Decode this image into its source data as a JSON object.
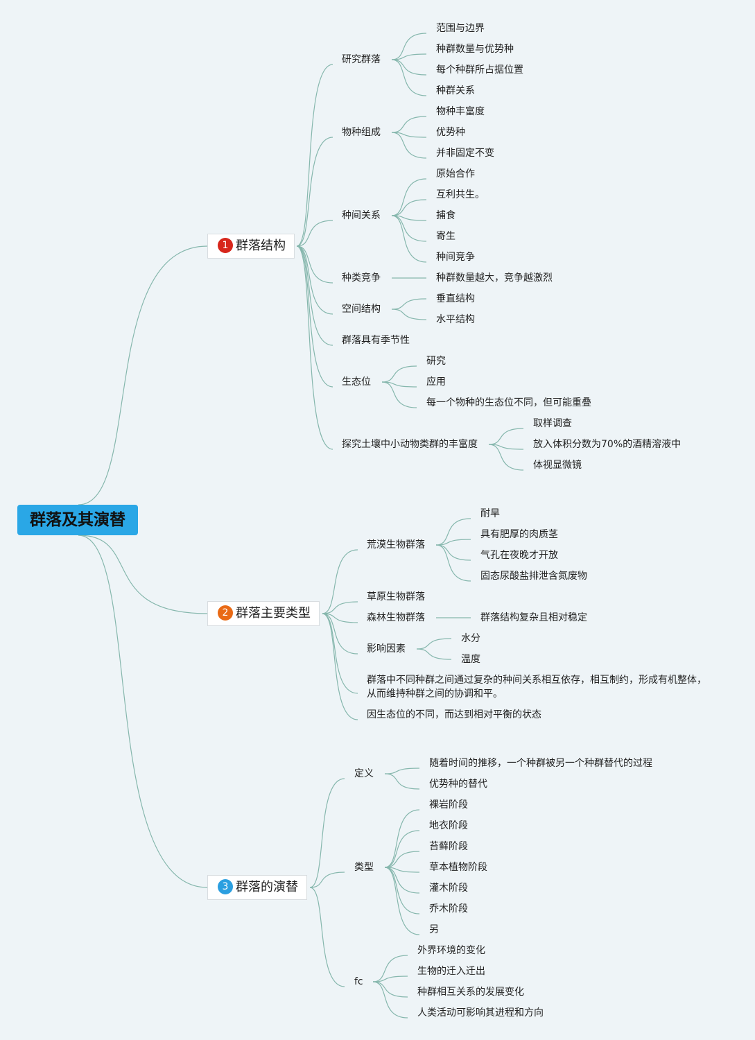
{
  "root": "群落及其演替",
  "branches": [
    {
      "num": "1",
      "label": "群落结构",
      "color": "#d7261b"
    },
    {
      "num": "2",
      "label": "群落主要类型",
      "color": "#e96a15"
    },
    {
      "num": "3",
      "label": "群落的演替",
      "color": "#2b9fe0"
    }
  ],
  "b1": {
    "yjql": {
      "label": "研究群落",
      "items": [
        "范围与边界",
        "种群数量与优势种",
        "每个种群所占据位置",
        "种群关系"
      ]
    },
    "wzzc": {
      "label": "物种组成",
      "items": [
        "物种丰富度",
        "优势种",
        "并非固定不变"
      ]
    },
    "zjgx": {
      "label": "种间关系",
      "items": [
        "原始合作",
        "互利共生。",
        "捕食",
        "寄生",
        "种间竞争"
      ]
    },
    "zljz": {
      "label": "种类竞争",
      "items": [
        "种群数量越大，竞争越激烈"
      ]
    },
    "kjjg": {
      "label": "空间结构",
      "items": [
        "垂直结构",
        "水平结构"
      ]
    },
    "jjx": {
      "label": "群落具有季节性"
    },
    "stw": {
      "label": "生态位",
      "items": [
        "研究",
        "应用",
        "每一个物种的生态位不同，但可能重叠"
      ]
    },
    "tj": {
      "label": "探究土壤中小动物类群的丰富度",
      "items": [
        "取样调查",
        "放入体积分数为70%的酒精溶液中",
        "体视显微镜"
      ]
    }
  },
  "b2": {
    "hm": {
      "label": "荒漠生物群落",
      "items": [
        "耐旱",
        "具有肥厚的肉质茎",
        "气孔在夜晚才开放",
        "固态尿酸盐排泄含氮废物"
      ]
    },
    "cy": {
      "label": "草原生物群落"
    },
    "sl": {
      "label": "森林生物群落",
      "items": [
        "群落结构复杂且相对稳定"
      ]
    },
    "yx": {
      "label": "影响因素",
      "items": [
        "水分",
        "温度"
      ]
    },
    "note1": "群落中不同种群之间通过复杂的种间关系相互依存，相互制约，形成有机整体，从而维持种群之间的协调和平。",
    "note2": "因生态位的不同，而达到相对平衡的状态"
  },
  "b3": {
    "dy": {
      "label": "定义",
      "items": [
        "随着时间的推移，一个种群被另一个种群替代的过程",
        "优势种的替代"
      ]
    },
    "lx": {
      "label": "类型",
      "items": [
        "裸岩阶段",
        "地衣阶段",
        "苔藓阶段",
        "草本植物阶段",
        "灌木阶段",
        "乔木阶段",
        "另"
      ]
    },
    "fc": {
      "label": "fc",
      "items": [
        "外界环境的变化",
        "生物的迁入迁出",
        "种群相互关系的发展变化",
        "人类活动可影响其进程和方向"
      ]
    }
  }
}
